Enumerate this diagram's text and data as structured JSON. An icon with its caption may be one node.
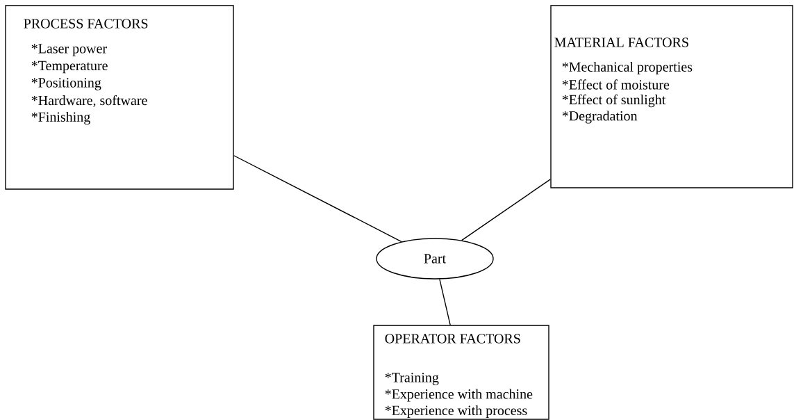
{
  "diagram": {
    "nodes": [
      {
        "text": [
          "PROCESS FACTORS",
          "*Laser power",
          "*Temperature",
          "*Positioning",
          "*Hardware, software",
          "*Finishing"
        ]
      },
      {
        "text": [
          "MATERIAL FACTORS",
          "*Mechanical properties",
          "*Effect of moisture",
          "*Effect of sunlight",
          "*Degradation"
        ]
      },
      {
        "text": [
          "Part"
        ]
      },
      {
        "text": [
          "OPERATOR FACTORS",
          "*Training",
          "*Experience with machine",
          "*Experience with process"
        ]
      }
    ],
    "edges": [
      {
        "from": 0,
        "to": 2,
        "arrow": "none"
      },
      {
        "from": 1,
        "to": 2,
        "arrow": "none"
      },
      {
        "from": 2,
        "to": 3,
        "arrow": "none"
      }
    ]
  }
}
